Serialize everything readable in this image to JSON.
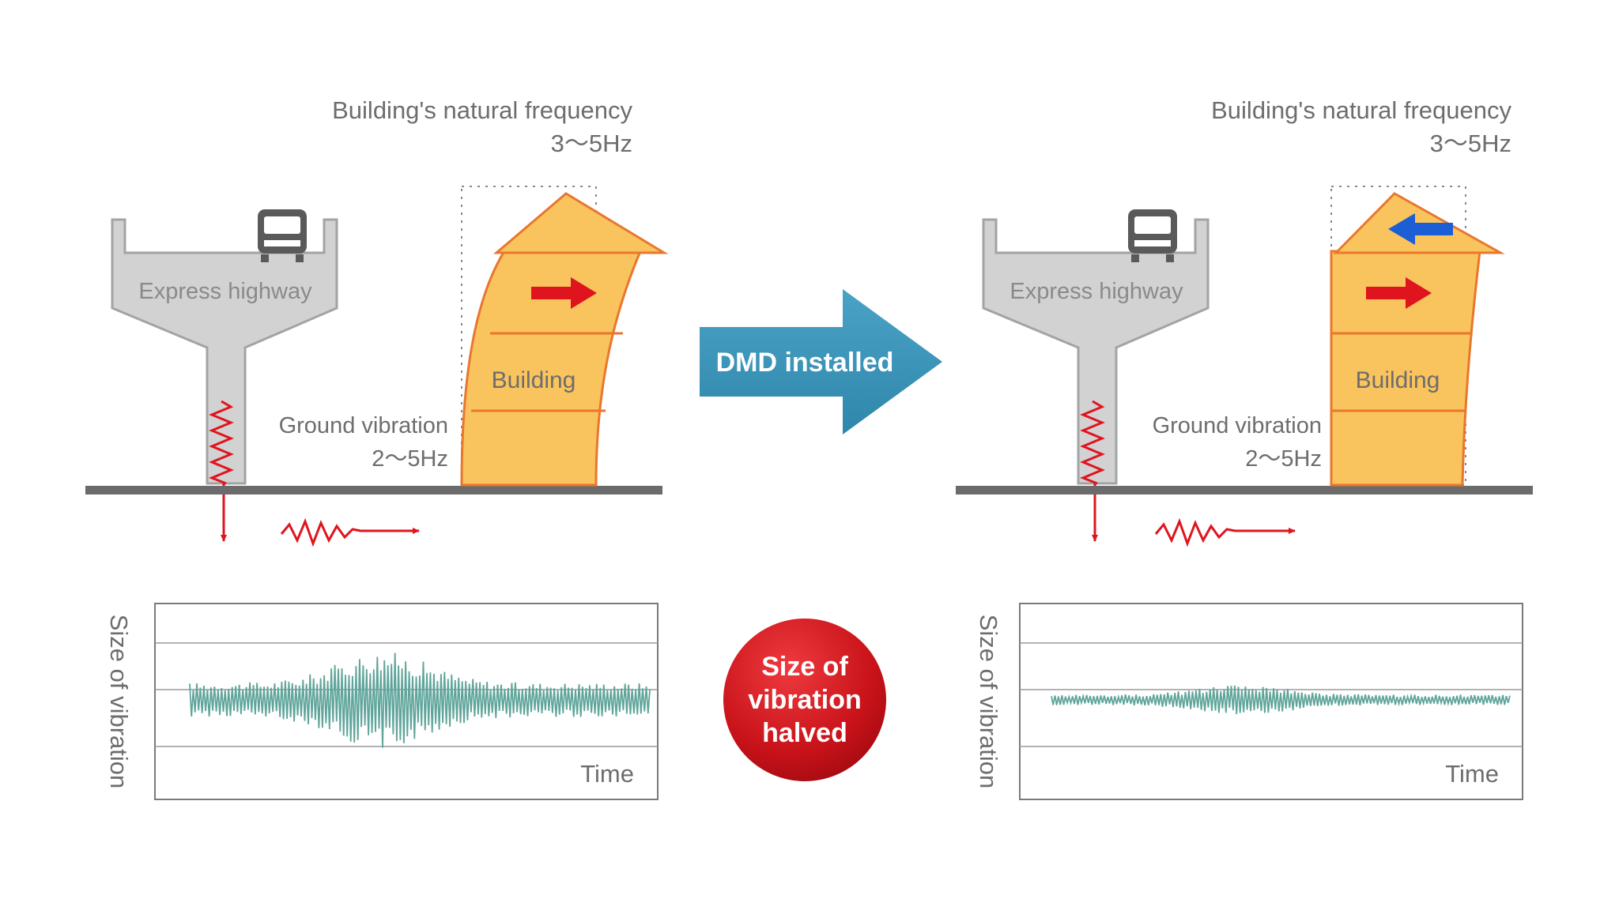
{
  "panels": [
    {
      "id": "before",
      "natural_frequency_label": "Building's natural frequency",
      "natural_frequency_value": "3～5Hz",
      "highway_label": "Express highway",
      "building_label": "Building",
      "ground_vibration_label": "Ground vibration",
      "ground_vibration_value": "2～5Hz",
      "graph_ylabel": "Size of vibration",
      "graph_xlabel": "Time",
      "has_dmd_arrow": false,
      "relative_amplitude": 1.0
    },
    {
      "id": "after",
      "natural_frequency_label": "Building's natural frequency",
      "natural_frequency_value": "3～5Hz",
      "highway_label": "Express highway",
      "building_label": "Building",
      "ground_vibration_label": "Ground vibration",
      "ground_vibration_value": "2～5Hz",
      "graph_ylabel": "Size of vibration",
      "graph_xlabel": "Time",
      "has_dmd_arrow": true,
      "relative_amplitude": 0.5
    }
  ],
  "center_arrow_label": "DMD installed",
  "badge_lines": [
    "Size of",
    "vibration",
    "halved"
  ],
  "colors": {
    "highway": "#d2d2d2",
    "highway_stroke": "#a3a3a3",
    "building_fill": "#f9c45e",
    "building_stroke": "#e8772e",
    "red_arrow": "#e0141e",
    "blue_arrow": "#1c5ed6",
    "dmd_arrow": "#3a93b8",
    "ground": "#6b6b6b",
    "waveform": "#5fa59a",
    "badge": "#c8141e",
    "text_gray": "#6d6d6d"
  }
}
